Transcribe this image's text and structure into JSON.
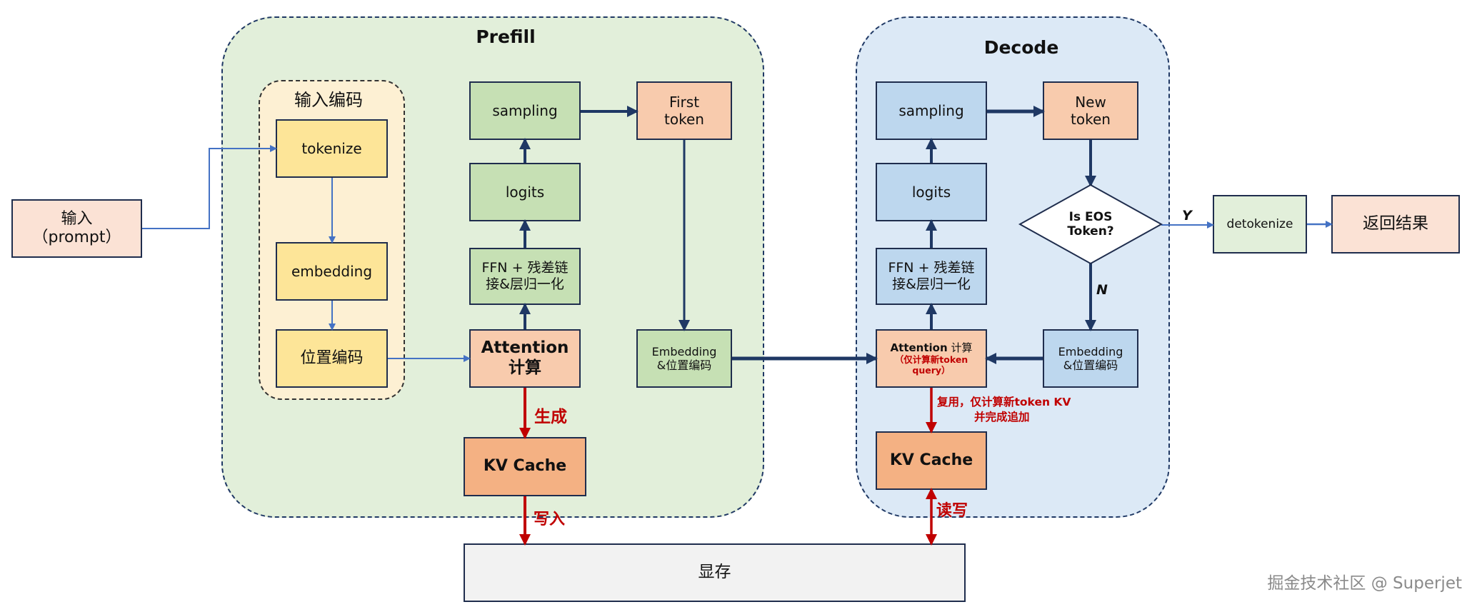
{
  "regions": {
    "prefill_title": "Prefill",
    "decode_title": "Decode",
    "encode_title": "输入编码"
  },
  "input_node": {
    "line1": "输入",
    "line2": "（prompt）"
  },
  "encode": {
    "tokenize": "tokenize",
    "embedding": "embedding",
    "position": "位置编码"
  },
  "prefill": {
    "sampling": "sampling",
    "logits": "logits",
    "ffn": "FFN + 残差链接&层归一化",
    "attention_line1": "Attention",
    "attention_line2": "计算",
    "first_token_line1": "First",
    "first_token_line2": "token",
    "embedding_line1": "Embedding",
    "embedding_line2": "&位置编码",
    "kv_cache": "KV Cache",
    "generate_label": "生成",
    "write_label": "写入"
  },
  "decode": {
    "sampling": "sampling",
    "logits": "logits",
    "ffn": "FFN + 残差链接&层归一化",
    "attention_main": "Attention",
    "attention_suffix": "计算",
    "attention_note": "（仅计算新token query）",
    "new_token_line1": "New",
    "new_token_line2": "token",
    "eos_line1": "Is EOS",
    "eos_line2": "Token?",
    "embedding_line1": "Embedding",
    "embedding_line2": "&位置编码",
    "kv_cache": "KV Cache",
    "reuse_line1": "复用，仅计算新token KV",
    "reuse_line2": "并完成追加",
    "rw_label": "读写",
    "yes_label": "Y",
    "no_label": "N"
  },
  "output": {
    "detokenize": "detokenize",
    "result": "返回结果"
  },
  "memory": {
    "label": "显存"
  },
  "watermark": "掘金技术社区 @ Superjet",
  "colors": {
    "prefill_bg": "#e2efda",
    "decode_bg": "#dce9f6",
    "thin_arrow": "#4472c4",
    "thick_arrow": "#1f3864",
    "red_arrow": "#c00000"
  }
}
